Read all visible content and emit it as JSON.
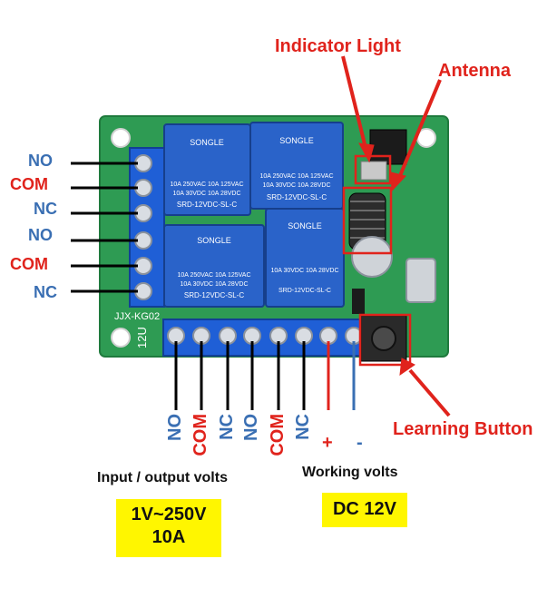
{
  "callouts": {
    "indicator_light": "Indicator Light",
    "antenna": "Antenna",
    "learning_button": "Learning Button"
  },
  "left_terminals": [
    "NO",
    "COM",
    "NC",
    "NO",
    "COM",
    "NC"
  ],
  "bottom_terminals": [
    "NO",
    "COM",
    "NC",
    "NO",
    "COM",
    "NC"
  ],
  "power": {
    "plus": "+",
    "minus": "-"
  },
  "board": {
    "model": "JJX-KG02",
    "voltage": "12U",
    "relay_brand": "SONGLE",
    "relay_spec1": "10A 250VAC 10A 125VAC",
    "relay_spec2": "10A 30VDC 10A 28VDC",
    "relay_model": "SRD-12VDC-SL-C"
  },
  "captions": {
    "io_title": "Input / output  volts",
    "io_value1": "1V~250V",
    "io_value2": "10A",
    "work_title": "Working volts",
    "work_value": "DC 12V"
  },
  "colors": {
    "label_red": "#e0231c",
    "label_blue": "#3a6fb3",
    "board_green": "#2e9b53",
    "terminal_blue": "#1f5fd6",
    "relay_blue": "#2a63c9",
    "highlight_yellow": "#fff600"
  }
}
